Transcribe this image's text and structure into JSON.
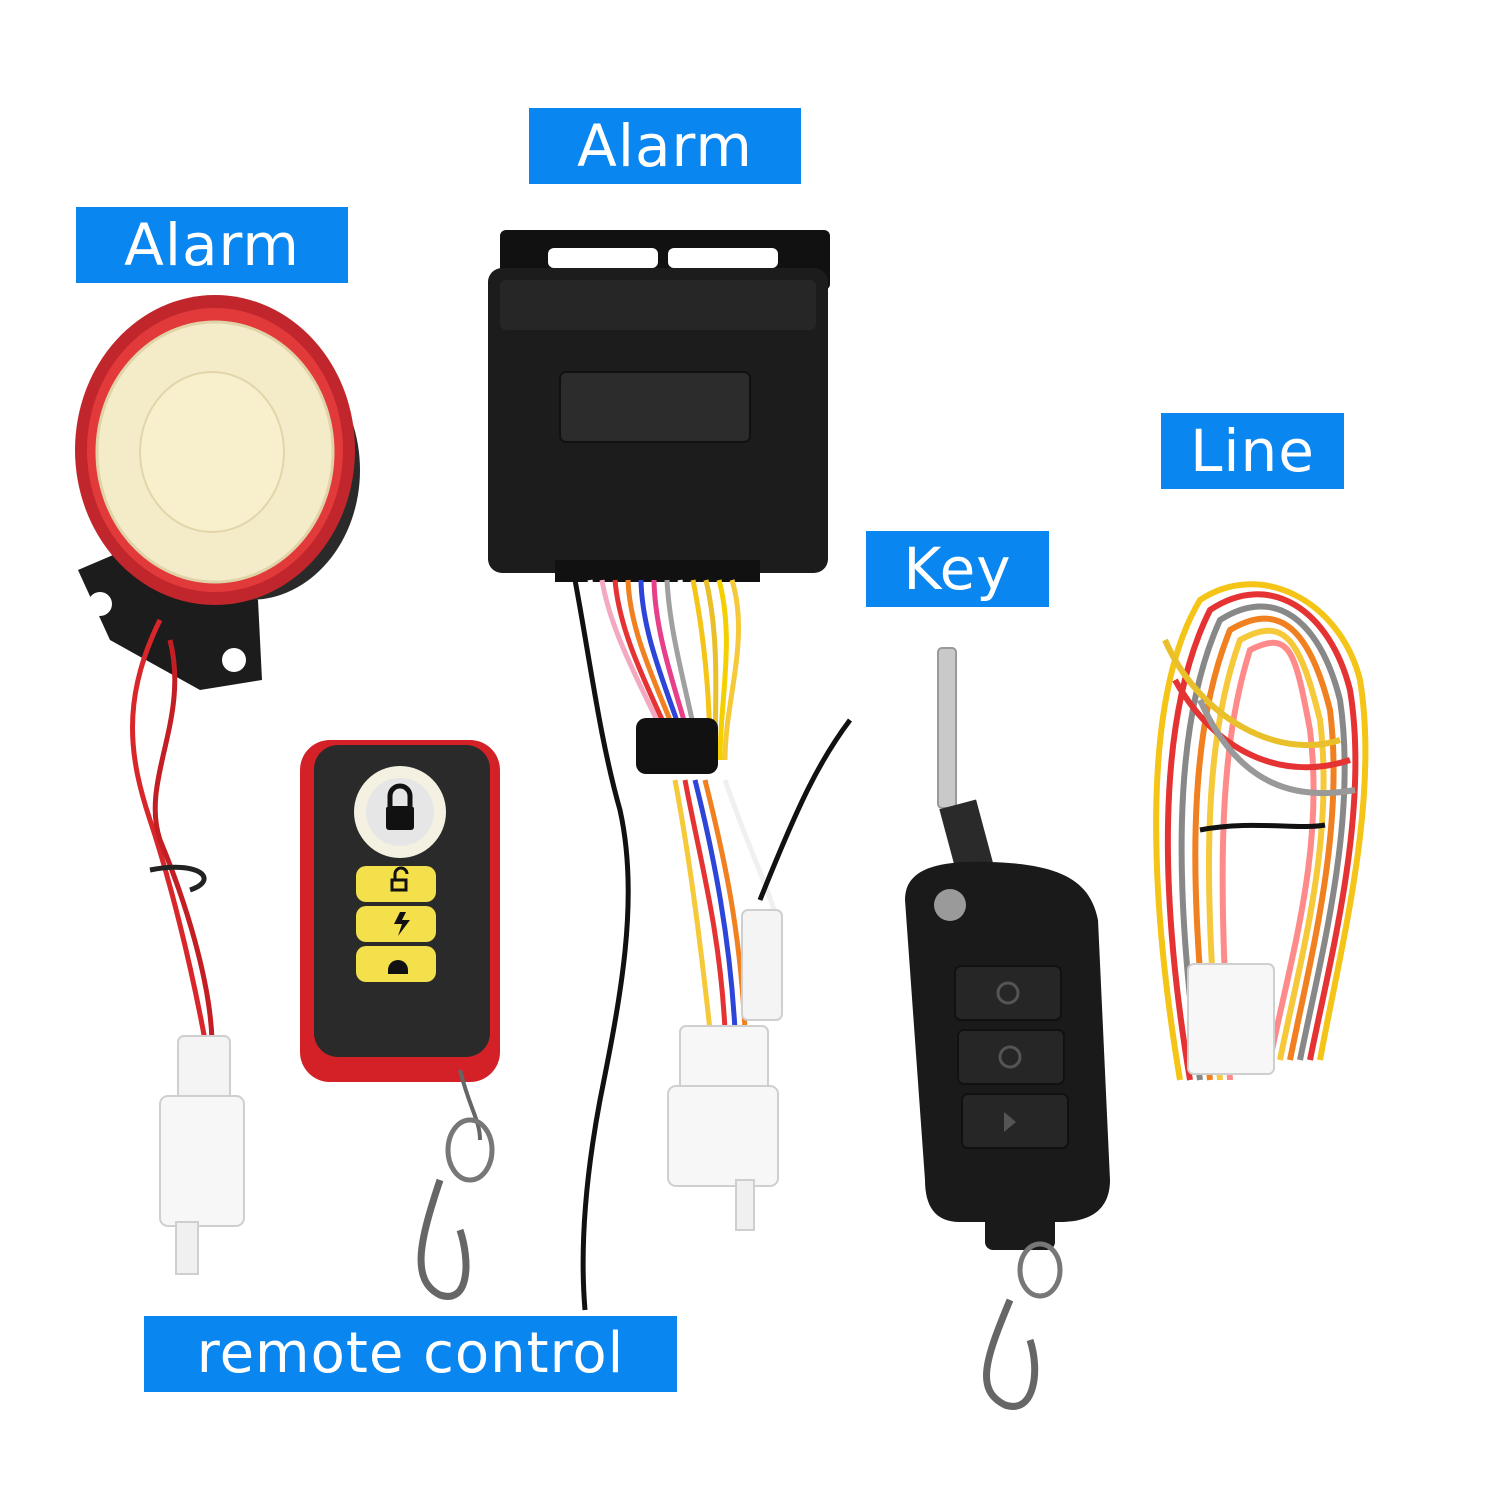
{
  "labels": {
    "siren": "Alarm",
    "control_unit": "Alarm",
    "line": "Line",
    "key": "Key",
    "remote": "remote control"
  },
  "colors": {
    "label_bg": "#0a86f0",
    "label_text": "#ffffff",
    "siren_red": "#d8262b",
    "siren_cone": "#f8edc6",
    "remote_red": "#d42127",
    "button_yellow": "#f3e04a",
    "case_black": "#1a1a1a"
  },
  "icons": {
    "remote_buttons": [
      "lock-icon",
      "unlock-icon",
      "lightning-icon",
      "bell-icon"
    ],
    "key_buttons": [
      "lock-icon",
      "unlock-icon",
      "trunk-icon"
    ]
  }
}
